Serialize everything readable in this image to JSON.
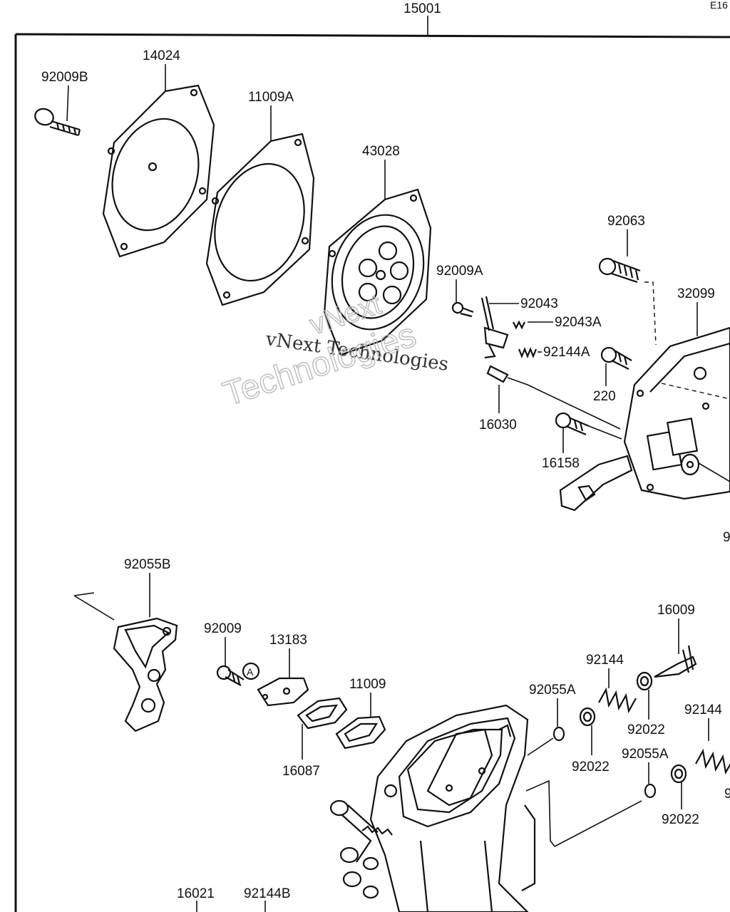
{
  "diagram": {
    "corner_code": "E16",
    "callouts": {
      "assembly": "15001",
      "screw_top": "92009B",
      "cover": "14024",
      "gasket_top": "11009A",
      "diaphragm": "43028",
      "screw_mid": "92009A",
      "pin": "92043",
      "spring_small": "92043A",
      "spring_mid": "92144A",
      "needle": "16030",
      "bolt_right": "92063",
      "body_plate": "32099",
      "screw_220": "220",
      "screw_16158": "16158",
      "edge_9": "9",
      "gasket_left": "92055B",
      "screw_bottom": "92009",
      "plate_13183": "13183",
      "gasket_11009": "11009",
      "gasket_16087": "16087",
      "needle_16009": "16009",
      "spring_a": "92144",
      "oring_a": "92055A",
      "washer_a": "92022",
      "washer_b": "92022",
      "spring_b": "92144",
      "oring_b": "92055A",
      "washer_c": "92022",
      "edge_9b": "9",
      "screw_16021": "16021",
      "spring_bottom": "92144B",
      "ref_a": "A"
    },
    "watermark": {
      "line1": "vNext Technologies",
      "line2": "Technologies",
      "line3": "vNext"
    }
  }
}
